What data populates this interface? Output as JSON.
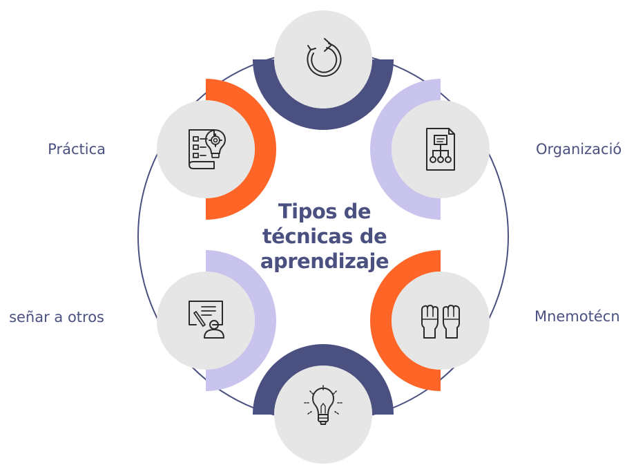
{
  "center": {
    "title_lines": [
      "Tipos de",
      "técnicas de",
      "aprendizaje"
    ]
  },
  "labels": {
    "practica": "Práctica",
    "organizacion": "Organizació",
    "mnemotecnia": "Mnemotécn",
    "ensenar": "señar a otros"
  },
  "icons": {
    "top": "repeat-icon",
    "top_right": "document-hierarchy-icon",
    "bottom_right": "raised-hands-icon",
    "bottom": "lightbulb-icon",
    "bottom_left": "teacher-board-icon",
    "top_left": "book-gear-bulb-icon"
  },
  "colors": {
    "navy": "#4a5080",
    "lavender": "#c9c4ee",
    "orange": "#fe6527",
    "node_fill": "#e6e6e6",
    "ring": "#4a5080",
    "icon_stroke": "#2a2a2a",
    "text": "#4a5080"
  }
}
